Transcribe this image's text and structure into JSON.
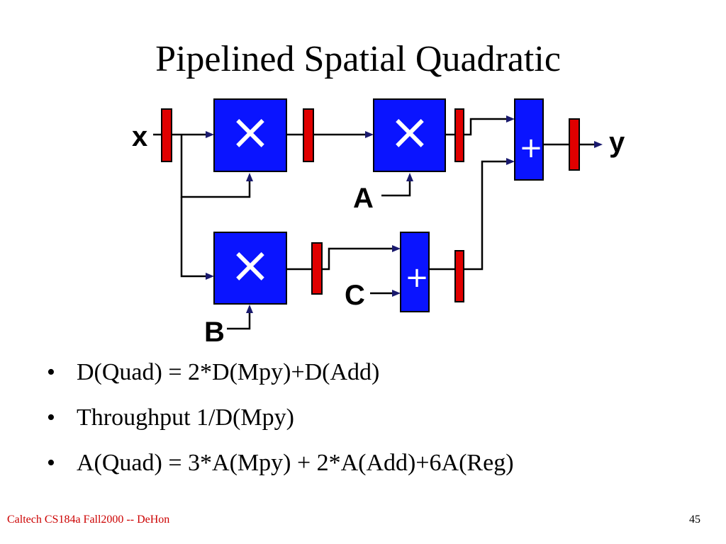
{
  "slide": {
    "title": "Pipelined Spatial Quadratic",
    "footer_left": "Caltech CS184a Fall2000 -- DeHon",
    "page_number": "45"
  },
  "diagram": {
    "labels": {
      "input": "x",
      "output": "y",
      "coef_a": "A",
      "coef_b": "B",
      "coef_c": "C"
    },
    "multiplier_symbol": "×",
    "adder_symbol": "+",
    "colors": {
      "block": "#0a14ff",
      "register": "#e00000",
      "wire": "#000000"
    }
  },
  "bullets": [
    "D(Quad) = 2*D(Mpy)+D(Add)",
    "Throughput 1/D(Mpy)",
    "A(Quad) = 3*A(Mpy) + 2*A(Add)+6A(Reg)"
  ],
  "bullet_marker": "•"
}
